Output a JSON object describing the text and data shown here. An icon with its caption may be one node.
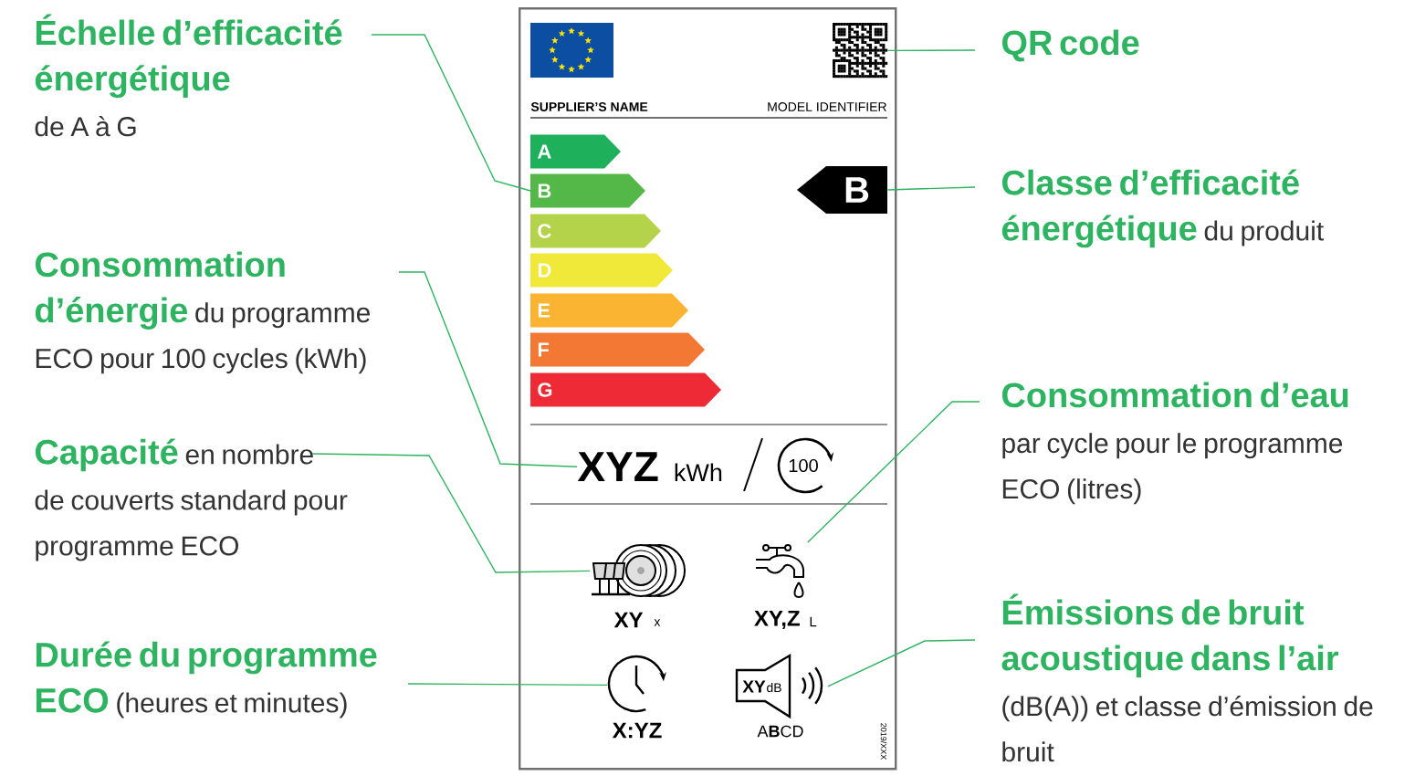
{
  "diagram": {
    "nodes": [
      {
        "text": [],
        "shape": "box"
      },
      {
        "text": [
          "Échelle d’efficacité énergétique",
          "de A à G"
        ]
      },
      {
        "text": [
          "QR code"
        ]
      },
      {
        "text": [
          "**Classe d’efficacité énergétique** du produit"
        ]
      },
      {
        "text": [],
        "shape": "picture",
        "in": 0
      },
      {
        "text": [
          "A"
        ],
        "in": 0
      },
      {
        "text": [
          "B"
        ],
        "in": 0
      },
      {
        "text": [
          "C"
        ],
        "in": 0
      },
      {
        "text": [
          "D"
        ],
        "in": 0
      },
      {
        "text": [
          "E"
        ],
        "in": 0
      },
      {
        "text": [
          "F"
        ],
        "in": 0
      },
      {
        "text": [
          "G"
        ],
        "in": 0
      },
      {
        "text": [
          "B"
        ],
        "in": 0
      },
      {
        "text": [
          "XYZ",
          "kWh"
        ],
        "in": 0
      },
      {
        "text": [
          "**Consommation d’énergie** du programme ECO pour 100 cycles (kWh)"
        ]
      },
      {
        "text": [
          "Consommation d’eau",
          "par cycle pour le programme ECO (litres)"
        ]
      },
      {
        "text": [
          "**Capacité** en nombre de couverts standard pour programme ECO"
        ]
      },
      {
        "text": [],
        "shape": "picture",
        "in": 0
      },
      {
        "text": [],
        "shape": "picture",
        "in": 0
      },
      {
        "text": [
          "**Durée du programme ECO** (heures et minutes)"
        ]
      },
      {
        "text": [],
        "shape": "picture",
        "in": 0
      },
      {
        "text": [],
        "shape": "picture",
        "in": 0
      },
      {
        "text": [
          "Émissions de bruit acoustique dans l’air",
          "(dB(A)) et classe d’émission de bruit"
        ]
      }
    ],
    "edges": [
      {
        "from": 1,
        "to": 6,
        "arrow": "none"
      },
      {
        "from": 2,
        "to": 4,
        "arrow": "none"
      },
      {
        "from": 3,
        "to": 12,
        "arrow": "none"
      },
      {
        "from": 14,
        "to": 13,
        "arrow": "none"
      },
      {
        "from": 16,
        "to": 17,
        "arrow": "none"
      },
      {
        "from": 15,
        "to": 18,
        "arrow": "none"
      },
      {
        "from": 19,
        "to": 20,
        "arrow": "none"
      },
      {
        "from": 22,
        "to": 21,
        "arrow": "none"
      }
    ],
    "labels": [
      "SUPPLIER’S NAME",
      "MODEL IDENTIFIER",
      "100",
      "XY",
      "x",
      "XY,Z",
      "L",
      "X:YZ",
      "XY",
      "dB",
      "A**B**CD",
      "2019/XXX"
    ]
  }
}
